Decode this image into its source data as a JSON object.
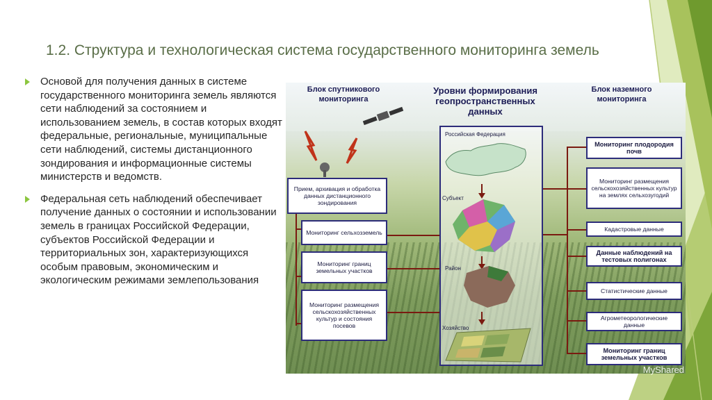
{
  "title": "1.2. Структура и технологическая система государственного мониторинга земель",
  "bullets": [
    "Основой для получения данных в системе государственного мониторинга земель являются сети наблюдений за состоянием и использованием земель, в состав которых входят федеральные, региональные, муниципальные сети наблюдений, системы дистанционного зондирования и информационные системы министерств и ведомств.",
    " Федеральная сеть наблюдений обеспечивает получение данных о состоянии и использовании земель в границах Российской Федерации, субъектов Российской Федерации и территориальных зон, характеризующихся особым правовым, экономическим и экологическим режимами землепользования"
  ],
  "diagram": {
    "left_header": "Блок спутникового мониторинга",
    "center_header": "Уровни формирования геопространственных данных",
    "right_header": "Блок наземного мониторинга",
    "left_boxes": [
      "Прием, архивация и обработка данных дистанционного зондирования",
      "Мониторинг сельхозземель",
      "Мониторинг границ земельных участков",
      "Мониторинг размещения сельскохозяйственных культур и состояния посевов"
    ],
    "levels": [
      "Российская Федерация",
      "Субъект",
      "Район",
      "Хозяйство"
    ],
    "right_boxes": [
      "Мониторинг плодородия почв",
      "Мониторинг размещения сельскохозяйственных культур на землях сельхозугодий",
      "Кадастровые данные",
      "Данные наблюдений на тестовых полигонах",
      "Статистические данные",
      "Агрометеорологические данные",
      "Мониторинг границ земельных участков"
    ]
  },
  "watermark": "MyShared",
  "colors": {
    "title": "#5a6e48",
    "accent": "#8cc63f",
    "box_border": "#2c2c7a",
    "wire": "#7a1a10"
  }
}
